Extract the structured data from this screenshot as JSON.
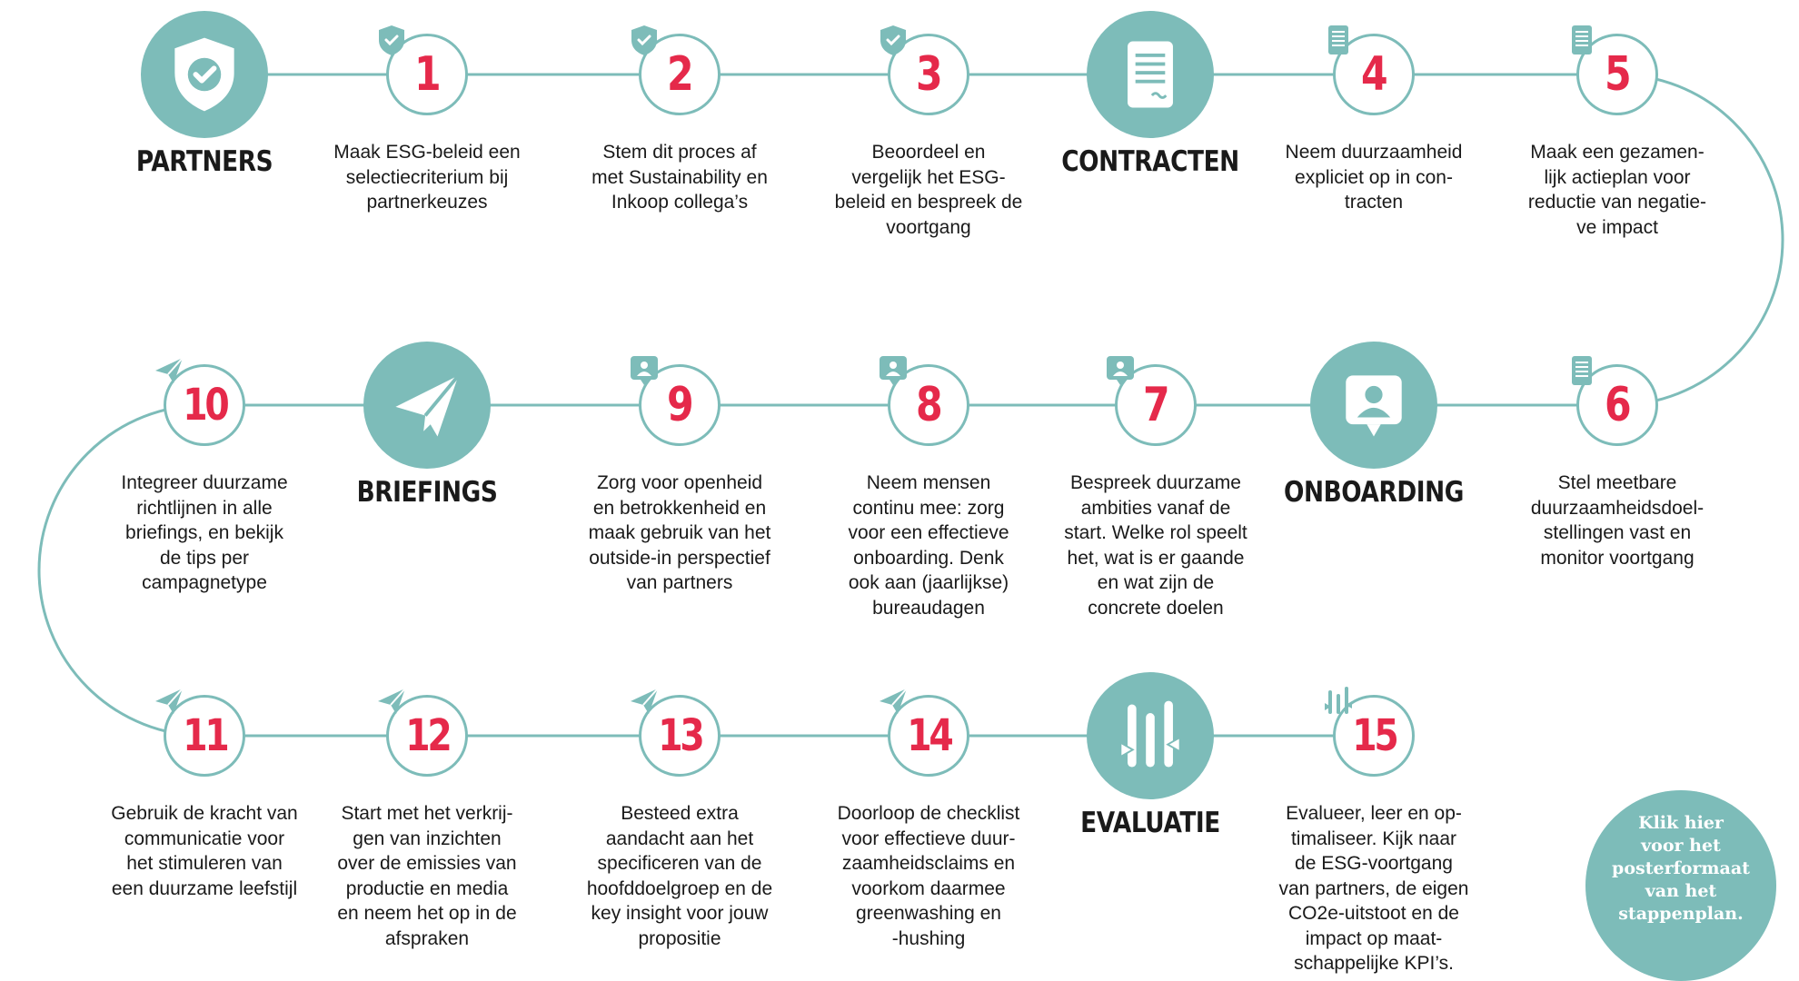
{
  "colors": {
    "teal": "#7dbcb9",
    "number_red": "#e5294a",
    "text": "#1a1a1a"
  },
  "categories": {
    "partners": {
      "label": "PARTNERS",
      "icon": "shield-check-icon"
    },
    "contracten": {
      "label": "CONTRACTEN",
      "icon": "document-icon"
    },
    "briefings": {
      "label": "BRIEFINGS",
      "icon": "paper-plane-icon"
    },
    "onboarding": {
      "label": "ONBOARDING",
      "icon": "person-chat-icon"
    },
    "evaluatie": {
      "label": "EVALUATIE",
      "icon": "sliders-icon"
    }
  },
  "steps": [
    {
      "num": "1",
      "badge": "shield-check-icon",
      "text": "Maak ESG-beleid een\nselectiecriterium bij\npartnerkeuzes"
    },
    {
      "num": "2",
      "badge": "shield-check-icon",
      "text": "Stem dit proces af\nmet Sustainability en\nInkoop collega’s"
    },
    {
      "num": "3",
      "badge": "shield-check-icon",
      "text": "Beoordeel en\nvergelijk het ESG-\nbeleid en bespreek de\nvoortgang"
    },
    {
      "num": "4",
      "badge": "document-icon",
      "text": "Neem duurzaamheid\nexpliciet op in con-\ntracten"
    },
    {
      "num": "5",
      "badge": "document-icon",
      "text": "Maak een gezamen-\nlijk actieplan voor\nreductie van negatie-\nve impact"
    },
    {
      "num": "6",
      "badge": "document-icon",
      "text": "Stel meetbare\nduurzaamheidsdoel-\nstellingen vast en\nmonitor voortgang"
    },
    {
      "num": "7",
      "badge": "person-chat-icon",
      "text": "Bespreek duurzame\nambities vanaf de\nstart. Welke rol speelt\nhet, wat is er gaande\nen wat zijn de\nconcrete doelen"
    },
    {
      "num": "8",
      "badge": "person-chat-icon",
      "text": "Neem mensen\ncontinu mee: zorg\nvoor een effectieve\nonboarding. Denk\nook aan (jaarlijkse)\nbureaudagen"
    },
    {
      "num": "9",
      "badge": "person-chat-icon",
      "text": "Zorg voor openheid\nen betrokkenheid en\nmaak gebruik van het\noutside-in perspectief\nvan partners"
    },
    {
      "num": "10",
      "badge": "paper-plane-icon",
      "text": "Integreer duurzame\nrichtlijnen in alle\nbriefings, en bekijk\nde tips per\ncampagnetype"
    },
    {
      "num": "11",
      "badge": "paper-plane-icon",
      "text": "Gebruik de kracht van\ncommunicatie voor\nhet stimuleren van\neen duurzame leefstijl"
    },
    {
      "num": "12",
      "badge": "paper-plane-icon",
      "text": "Start met het verkrij-\ngen van inzichten\nover de emissies van\nproductie en media\nen neem het op in de\nafspraken"
    },
    {
      "num": "13",
      "badge": "paper-plane-icon",
      "text": "Besteed extra\naandacht aan het\nspecificeren van de\nhoofddoelgroep en de\nkey insight voor jouw\npropositie"
    },
    {
      "num": "14",
      "badge": "paper-plane-icon",
      "text": "Doorloop de checklist\nvoor effectieve duur-\nzaamheidsclaims en\nvoorkom daarmee\ngreenwashing en\n-hushing"
    },
    {
      "num": "15",
      "badge": "sliders-icon",
      "text": "Evalueer, leer en op-\ntimaliseer. Kijk naar\nde ESG-voortgang\nvan partners, de eigen\nCO2e-uitstoot en de\nimpact op maat-\nschappelijke KPI’s."
    }
  ],
  "cta": {
    "label": "Klik hier\nvoor het\nposterformaat\nvan het\nstappenplan."
  }
}
